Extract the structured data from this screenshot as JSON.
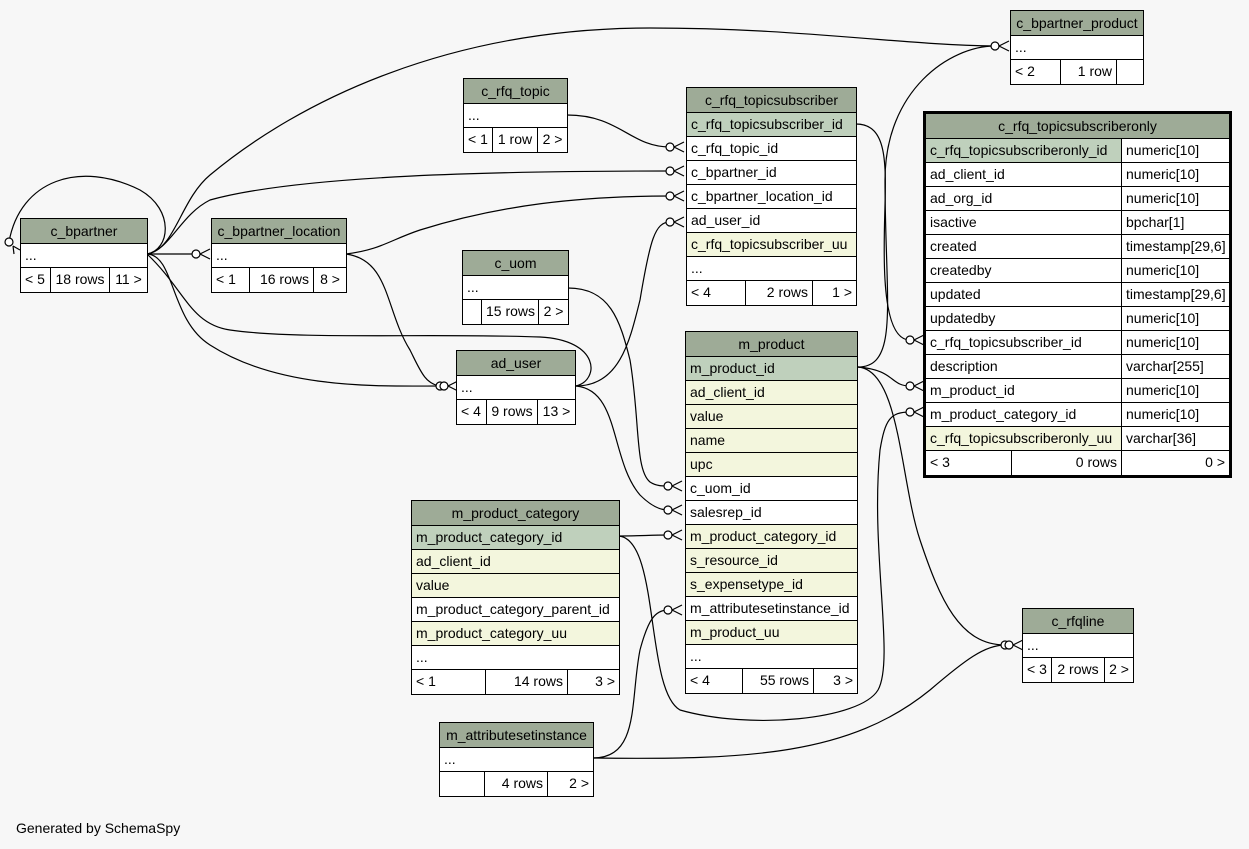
{
  "tables": {
    "c_bpartner_product": {
      "name": "c_bpartner_product",
      "columns": [
        "..."
      ],
      "footer": [
        "< 2",
        "1 row",
        ""
      ]
    },
    "c_rfq_topic": {
      "name": "c_rfq_topic",
      "columns": [
        "..."
      ],
      "footer": [
        "< 1",
        "1 row",
        "2 >"
      ]
    },
    "c_rfq_topicsubscriber": {
      "name": "c_rfq_topicsubscriber",
      "columns": [
        "c_rfq_topicsubscriber_id",
        "c_rfq_topic_id",
        "c_bpartner_id",
        "c_bpartner_location_id",
        "ad_user_id",
        "c_rfq_topicsubscriber_uu",
        "..."
      ],
      "footer": [
        "< 4",
        "2 rows",
        "1 >"
      ]
    },
    "c_rfq_topicsubscriberonly": {
      "name": "c_rfq_topicsubscriberonly",
      "columns": [
        [
          "c_rfq_topicsubscriberonly_id",
          "numeric[10]"
        ],
        [
          "ad_client_id",
          "numeric[10]"
        ],
        [
          "ad_org_id",
          "numeric[10]"
        ],
        [
          "isactive",
          "bpchar[1]"
        ],
        [
          "created",
          "timestamp[29,6]"
        ],
        [
          "createdby",
          "numeric[10]"
        ],
        [
          "updated",
          "timestamp[29,6]"
        ],
        [
          "updatedby",
          "numeric[10]"
        ],
        [
          "c_rfq_topicsubscriber_id",
          "numeric[10]"
        ],
        [
          "description",
          "varchar[255]"
        ],
        [
          "m_product_id",
          "numeric[10]"
        ],
        [
          "m_product_category_id",
          "numeric[10]"
        ],
        [
          "c_rfq_topicsubscriberonly_uu",
          "varchar[36]"
        ]
      ],
      "footer": [
        "< 3",
        "0 rows",
        "0 >"
      ]
    },
    "c_bpartner": {
      "name": "c_bpartner",
      "columns": [
        "..."
      ],
      "footer": [
        "< 5",
        "18 rows",
        "11 >"
      ]
    },
    "c_bpartner_location": {
      "name": "c_bpartner_location",
      "columns": [
        "..."
      ],
      "footer": [
        "< 1",
        "16 rows",
        "8 >"
      ]
    },
    "c_uom": {
      "name": "c_uom",
      "columns": [
        "..."
      ],
      "footer": [
        "",
        "15 rows",
        "2 >"
      ]
    },
    "ad_user": {
      "name": "ad_user",
      "columns": [
        "..."
      ],
      "footer": [
        "< 4",
        "9 rows",
        "13 >"
      ]
    },
    "m_product": {
      "name": "m_product",
      "columns": [
        "m_product_id",
        "ad_client_id",
        "value",
        "name",
        "upc",
        "c_uom_id",
        "salesrep_id",
        "m_product_category_id",
        "s_resource_id",
        "s_expensetype_id",
        "m_attributesetinstance_id",
        "m_product_uu",
        "..."
      ],
      "footer": [
        "< 4",
        "55 rows",
        "3 >"
      ]
    },
    "m_product_category": {
      "name": "m_product_category",
      "columns": [
        "m_product_category_id",
        "ad_client_id",
        "value",
        "m_product_category_parent_id",
        "m_product_category_uu",
        "..."
      ],
      "footer": [
        "< 1",
        "14 rows",
        "3 >"
      ]
    },
    "c_rfqline": {
      "name": "c_rfqline",
      "columns": [
        "..."
      ],
      "footer": [
        "< 3",
        "2 rows",
        "2 >"
      ]
    },
    "m_attributesetinstance": {
      "name": "m_attributesetinstance",
      "columns": [
        "..."
      ],
      "footer": [
        "",
        "4 rows",
        "2 >"
      ]
    }
  },
  "credit": "Generated by SchemaSpy",
  "colors": {
    "header": "#9eab97",
    "primary_key": "#bfd0bc",
    "indexed": "#f3f6dd",
    "background": "#f7f7f7"
  }
}
